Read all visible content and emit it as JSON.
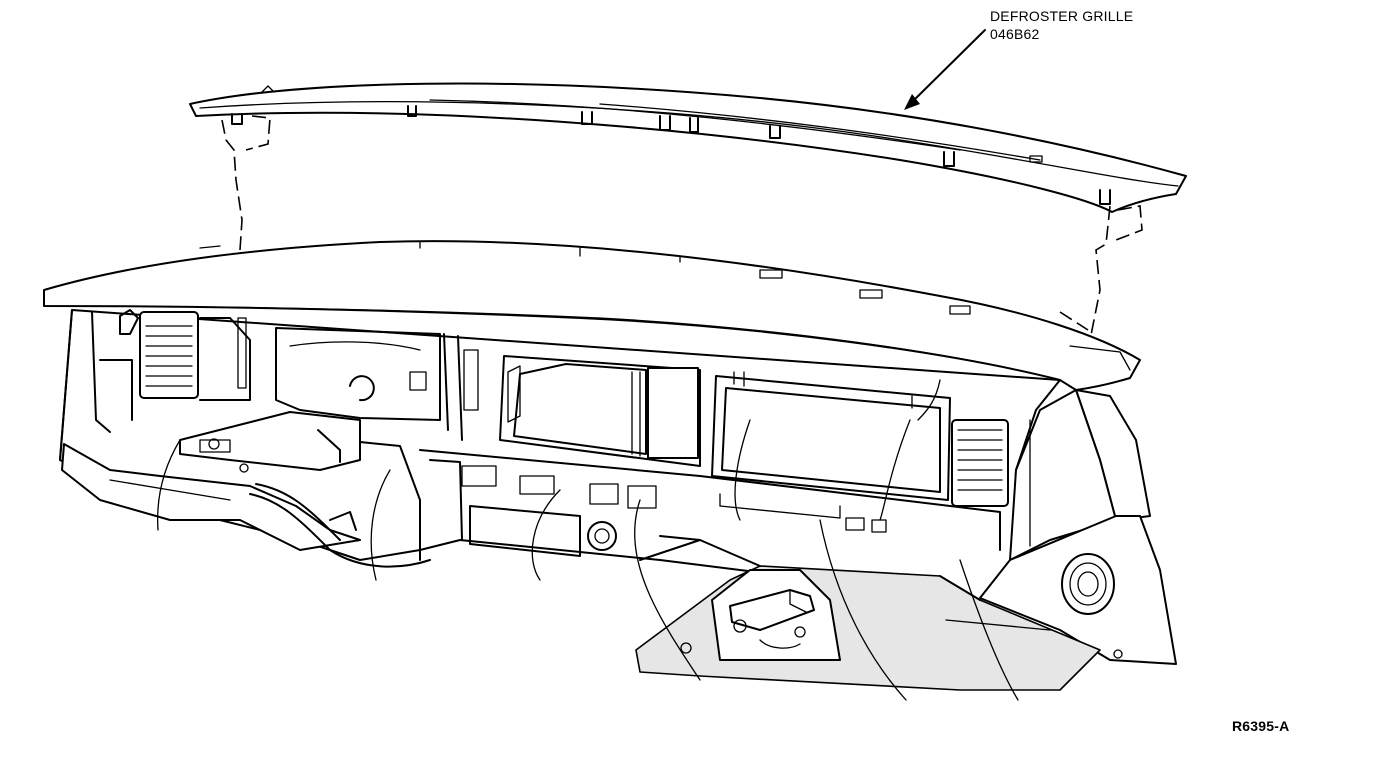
{
  "callout": {
    "name": "DEFROSTER GRILLE",
    "part_number": "046B62"
  },
  "figure_id": "R6395-A",
  "icons": {
    "leader_arrow": "arrow-icon"
  }
}
